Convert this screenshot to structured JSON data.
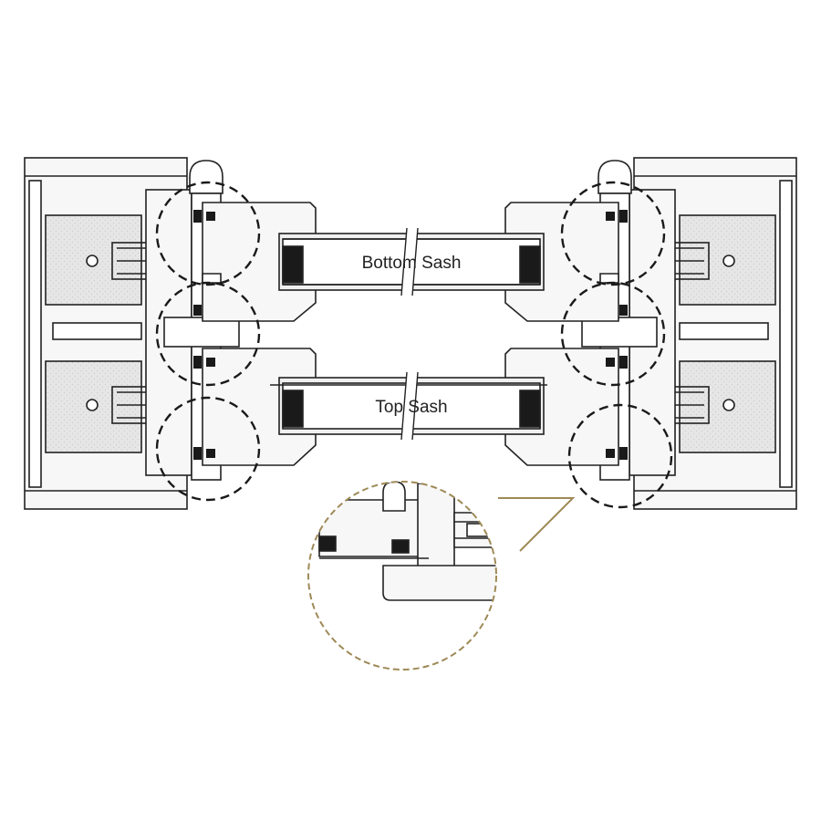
{
  "diagram": {
    "labels": {
      "bottom_sash": "Bottom Sash",
      "top_sash": "Top Sash"
    },
    "colors": {
      "line": "#222222",
      "frame_fill": "#f7f7f7",
      "panel_fill": "#e2e2e2",
      "glass_fill": "#ffffff",
      "detail_circle": "#9e8a57",
      "seal": "#1a1a1a"
    },
    "callouts": {
      "dashed_circle_count": 6,
      "magnified_detail": "detail-callout"
    }
  }
}
